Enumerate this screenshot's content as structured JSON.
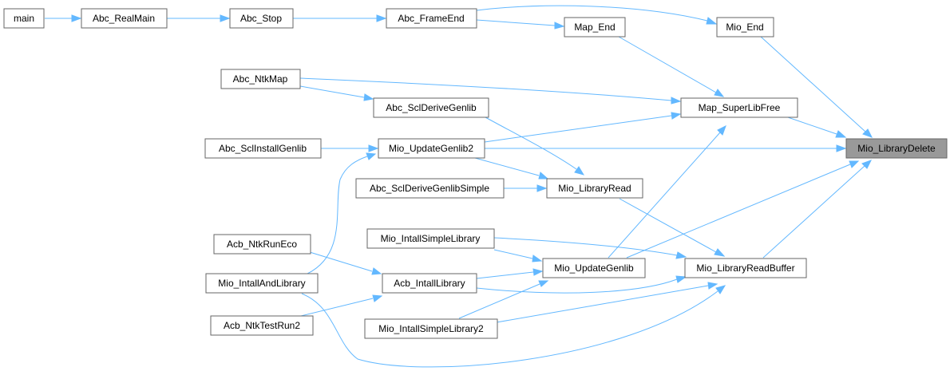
{
  "graph": {
    "edge_color": "#63b8ff",
    "node_border_color": "#666666",
    "highlight_fill": "#999999",
    "nodes": {
      "main": "main",
      "abc_realmain": "Abc_RealMain",
      "abc_stop": "Abc_Stop",
      "abc_frameend": "Abc_FrameEnd",
      "map_end": "Map_End",
      "mio_end": "Mio_End",
      "abc_ntkmap": "Abc_NtkMap",
      "abc_sclderivegenlib": "Abc_SclDeriveGenlib",
      "map_superlibfree": "Map_SuperLibFree",
      "abc_sclinstallgenlib": "Abc_SclInstallGenlib",
      "mio_updategenlib2": "Mio_UpdateGenlib2",
      "mio_librarydelete": "Mio_LibraryDelete",
      "abc_sclderivegenlibsimple": "Abc_SclDeriveGenlibSimple",
      "mio_libraryread": "Mio_LibraryRead",
      "mio_intallsimplelibrary": "Mio_IntallSimpleLibrary",
      "acb_ntkruneco": "Acb_NtkRunEco",
      "mio_updategenlib": "Mio_UpdateGenlib",
      "mio_libraryreadbuffer": "Mio_LibraryReadBuffer",
      "mio_intallandlibrary": "Mio_IntallAndLibrary",
      "acb_intalllibrary": "Acb_IntallLibrary",
      "acb_ntktestrun2": "Acb_NtkTestRun2",
      "mio_intallsimplelibrary2": "Mio_IntallSimpleLibrary2"
    }
  }
}
